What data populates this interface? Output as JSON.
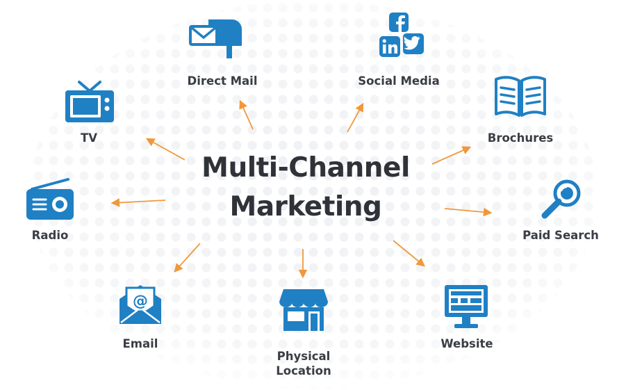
{
  "center": {
    "line1": "Multi-Channel",
    "line2": "Marketing"
  },
  "channels": [
    {
      "label": "Direct Mail",
      "icon": "mailbox-icon"
    },
    {
      "label": "Social Media",
      "icon": "social-media-icon"
    },
    {
      "label": "TV",
      "icon": "tv-icon"
    },
    {
      "label": "Brochures",
      "icon": "brochure-icon"
    },
    {
      "label": "Radio",
      "icon": "radio-icon"
    },
    {
      "label": "Paid Search",
      "icon": "magnifier-icon"
    },
    {
      "label": "Email",
      "icon": "email-icon"
    },
    {
      "label": "Physical",
      "label2": "Location",
      "icon": "storefront-icon"
    },
    {
      "label": "Website",
      "icon": "monitor-icon"
    }
  ],
  "colors": {
    "icon": "#1f80c4",
    "arrow": "#f0983a",
    "title": "#2f3238",
    "label": "#3a3d44"
  }
}
